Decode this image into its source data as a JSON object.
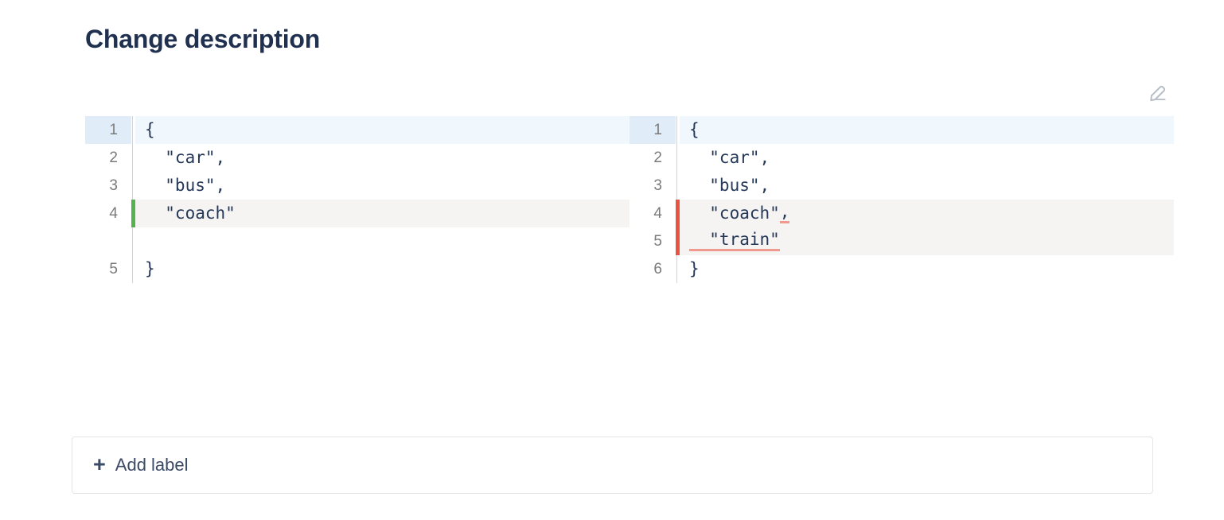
{
  "header": {
    "title": "Change description",
    "edit_icon": "pencil-icon"
  },
  "diff": {
    "left": {
      "rows": [
        {
          "number": "1",
          "text": "{",
          "row_state": "current",
          "marker": "none"
        },
        {
          "number": "2",
          "text": "  \"car\",",
          "row_state": "normal",
          "marker": "none"
        },
        {
          "number": "3",
          "text": "  \"bus\",",
          "row_state": "normal",
          "marker": "none"
        },
        {
          "number": "4",
          "text": "  \"coach\"",
          "row_state": "changed",
          "marker": "added"
        },
        {
          "number": "",
          "text": "",
          "row_state": "spacer",
          "marker": "none"
        },
        {
          "number": "5",
          "text": "}",
          "row_state": "normal",
          "marker": "none"
        }
      ]
    },
    "right": {
      "rows": [
        {
          "number": "1",
          "text": "{",
          "segment": "",
          "row_state": "current",
          "marker": "none"
        },
        {
          "number": "2",
          "text": "  \"car\",",
          "segment": "",
          "row_state": "normal",
          "marker": "none"
        },
        {
          "number": "3",
          "text": "  \"bus\",",
          "segment": "",
          "row_state": "normal",
          "marker": "none"
        },
        {
          "number": "4",
          "text": "  \"coach\"",
          "segment": ",",
          "row_state": "changed",
          "marker": "changed"
        },
        {
          "number": "5",
          "text": "",
          "segment": "  \"train\"",
          "row_state": "changed",
          "marker": "changed"
        },
        {
          "number": "6",
          "text": "}",
          "segment": "",
          "row_state": "normal",
          "marker": "none"
        }
      ]
    }
  },
  "footer": {
    "add_label": "Add label",
    "plus_icon": "plus-icon"
  },
  "colors": {
    "title": "#20304f",
    "code_text": "#253858",
    "line_number": "#7a7a7a",
    "current_line_gutter": "#e1ecf9",
    "current_line_body": "#f1f8fd",
    "changed_line_body": "#f5f4f3",
    "added_marker": "#55b24f",
    "changed_marker": "#e8543f",
    "change_underline": "#ef9a8e",
    "border": "#e3e4e8",
    "pencil_icon": "#b6bcc6"
  }
}
